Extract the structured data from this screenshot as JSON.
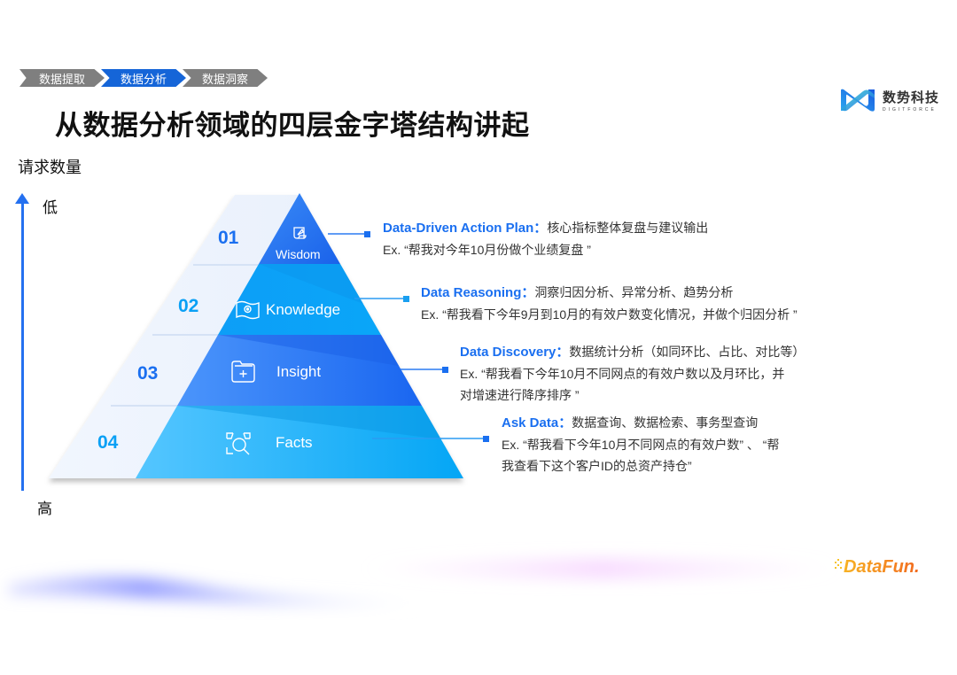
{
  "breadcrumb": {
    "items": [
      {
        "label": "数据提取",
        "active": false
      },
      {
        "label": "数据分析",
        "active": true
      },
      {
        "label": "数据洞察",
        "active": false
      }
    ]
  },
  "logo": {
    "cn": "数势科技",
    "en": "DIGITFORCE"
  },
  "title": "从数据分析领域的四层金字塔结构讲起",
  "subtitle": "请求数量",
  "axis": {
    "low": "低",
    "high": "高",
    "color": "#2470f0"
  },
  "pyramid": {
    "layers": [
      {
        "num": "01",
        "label": "Wisdom",
        "icon": "scroll-quill-icon",
        "color": "#2b7bf2"
      },
      {
        "num": "02",
        "label": "Knowledge",
        "icon": "map-pin-icon",
        "color": "#0aa0f5"
      },
      {
        "num": "03",
        "label": "Insight",
        "icon": "folder-plus-icon",
        "color": "#2673f0"
      },
      {
        "num": "04",
        "label": "Facts",
        "icon": "search-frame-icon",
        "color": "#22b3fa"
      }
    ]
  },
  "callouts": [
    {
      "heading": "Data-Driven Action Plan：",
      "desc": "核心指标整体复盘与建议输出",
      "example": "Ex. “帮我对今年10月份做个业绩复盘 ”"
    },
    {
      "heading": "Data Reasoning：",
      "desc": "洞察归因分析、异常分析、趋势分析",
      "example": "Ex. “帮我看下今年9月到10月的有效户数变化情况，并做个归因分析 ”"
    },
    {
      "heading": "Data Discovery：",
      "desc": "数据统计分析（如同环比、占比、对比等）",
      "example": "Ex. “帮我看下今年10月不同网点的有效户数以及月环比，并",
      "example2": "对增速进行降序排序 ”"
    },
    {
      "heading": "Ask Data：",
      "desc": "数据查询、数据检索、事务型查询",
      "example": "Ex. “帮我看下今年10月不同网点的有效户数” 、 “帮",
      "example2": "我查看下这个客户ID的总资产持仓”"
    }
  ],
  "footer": {
    "brand": "DataFun."
  }
}
